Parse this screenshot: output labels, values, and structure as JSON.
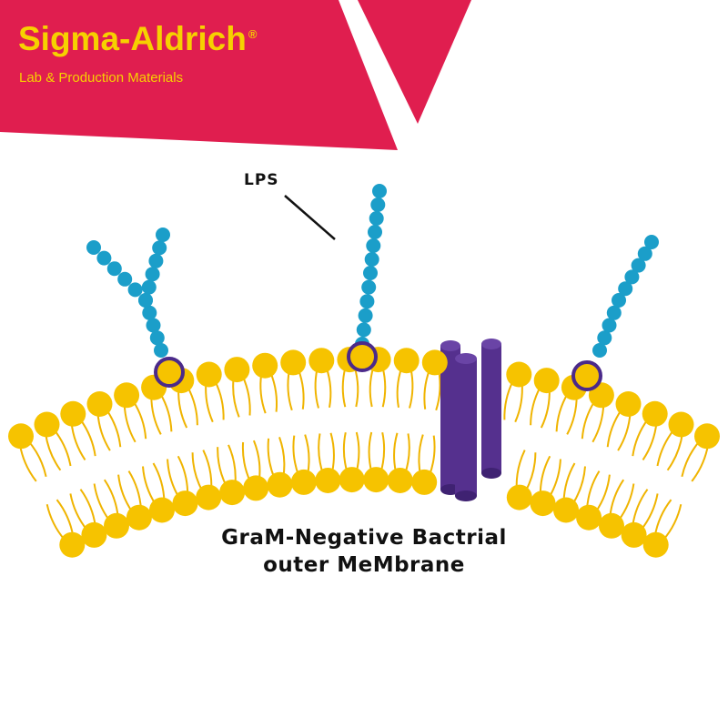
{
  "brand": {
    "name": "Sigma-Aldrich",
    "registered": "®",
    "tagline": "Lab & Production Materials"
  },
  "diagram": {
    "label_lps": "LPS",
    "caption_line1": "GraM-Negative Bactrial",
    "caption_line2": "outer MeMbrane"
  },
  "colors": {
    "banner": "#e01e4f",
    "brand_text": "#f6d100",
    "lipid_head": "#f6c300",
    "lipid_tail": "#f0b400",
    "lps_bead": "#1b9ec9",
    "anchor_ring": "#4b2a8a",
    "porin": "#55308e"
  }
}
